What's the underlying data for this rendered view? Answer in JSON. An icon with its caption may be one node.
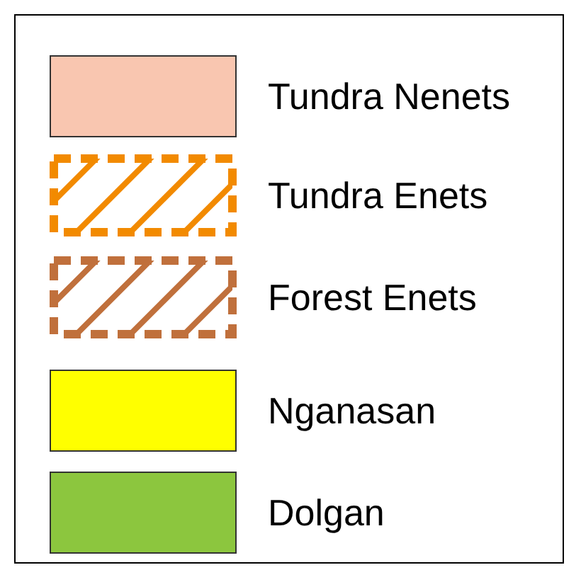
{
  "diagram": {
    "legend": [
      {
        "text": "Tundra Nenets",
        "color": "#f9c6b0"
      },
      {
        "text": "Tundra Enets"
      },
      {
        "text": "Forest Enets"
      },
      {
        "text": "Nganasan",
        "color": "#ffff00"
      },
      {
        "text": "Dolgan",
        "color": "#8cc63e"
      }
    ]
  }
}
